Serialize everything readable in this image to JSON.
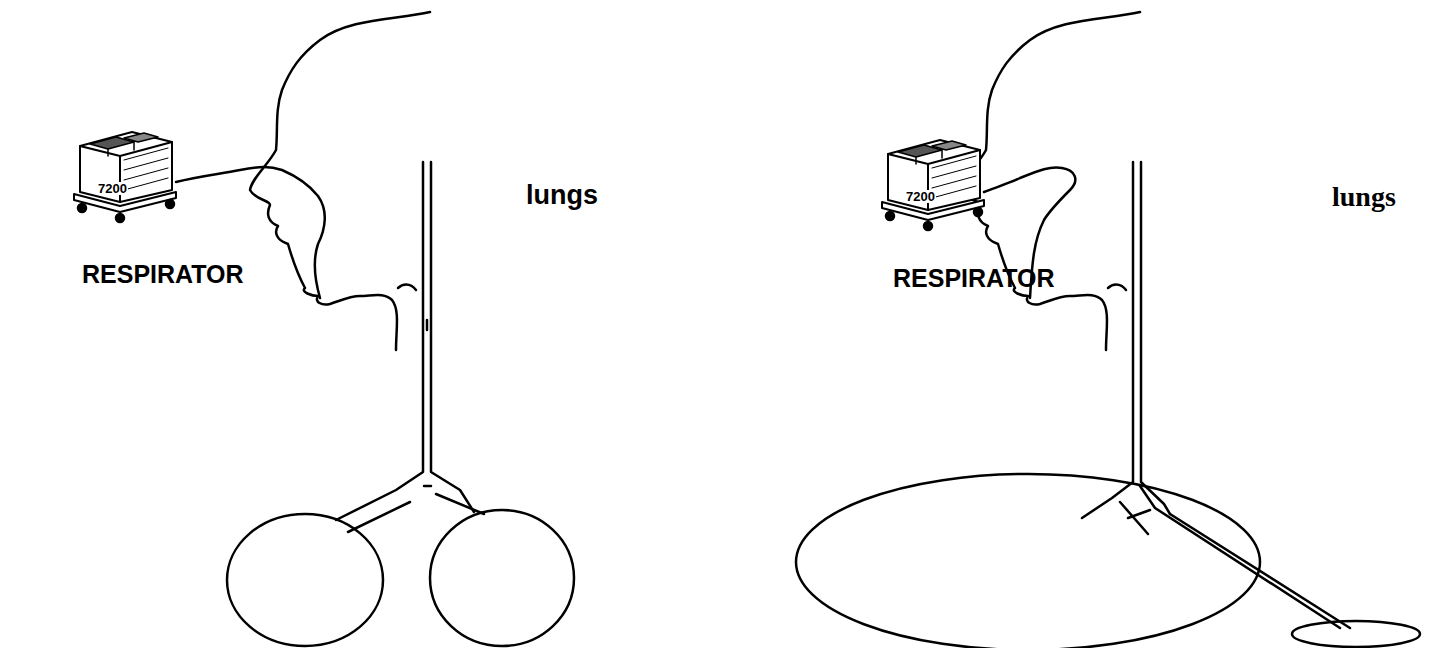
{
  "diagram": {
    "labels": [
      "7200",
      "RESPIRATOR",
      "lungs",
      "7200",
      "RESPIRATOR",
      "lungs"
    ]
  }
}
